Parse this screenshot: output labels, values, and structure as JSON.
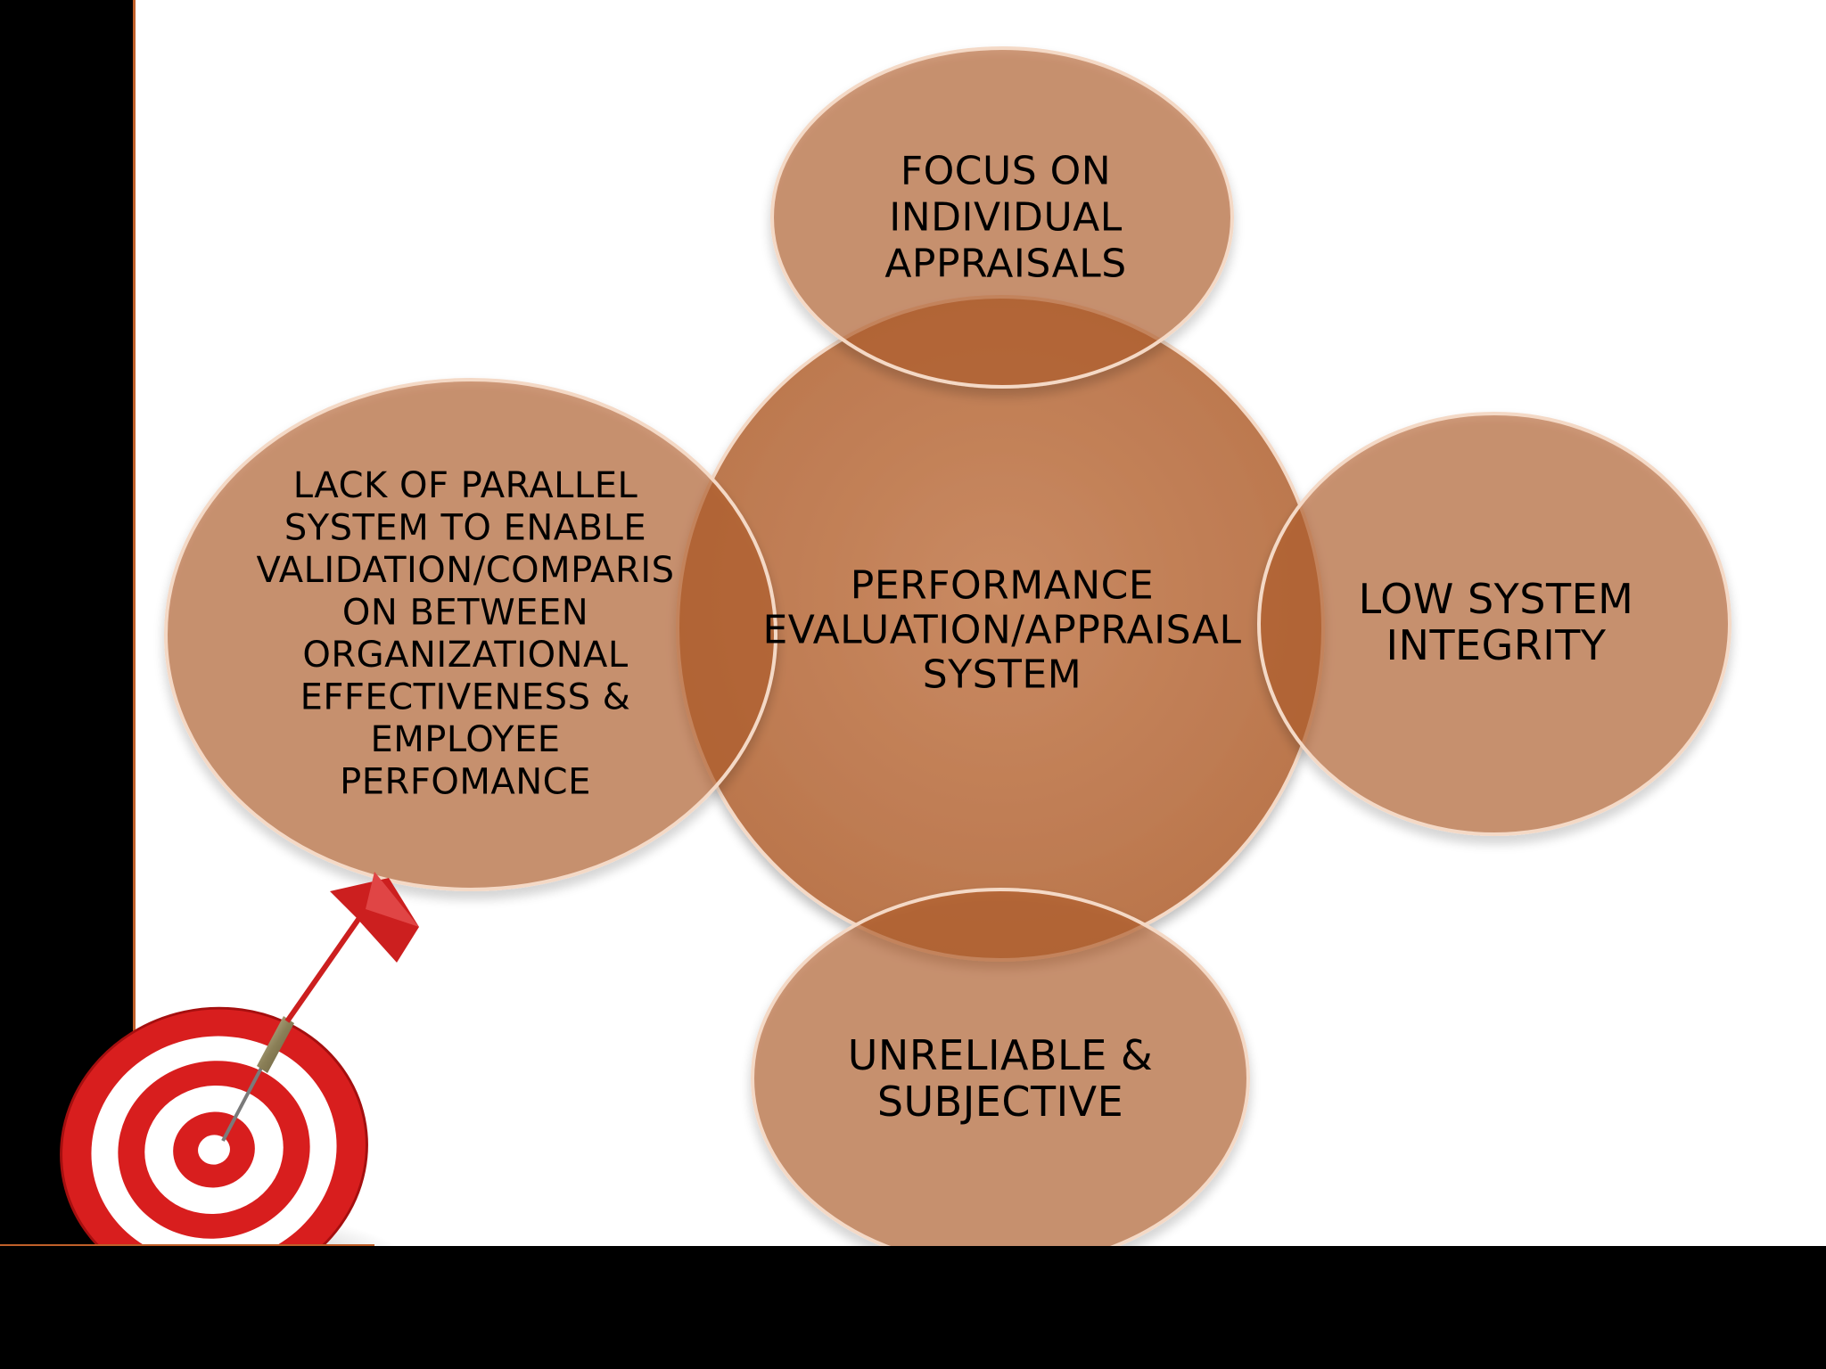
{
  "diagram": {
    "center": {
      "lines": [
        "PERFORMANCE",
        "EVALUATION/APPRAISAL",
        "SYSTEM"
      ]
    },
    "nodes": [
      {
        "id": "top",
        "lines": [
          "FOCUS ON",
          "INDIVIDUAL",
          "APPRAISALS"
        ]
      },
      {
        "id": "right",
        "lines": [
          "LOW SYSTEM",
          "INTEGRITY"
        ]
      },
      {
        "id": "bottom",
        "lines": [
          "UNRELIABLE &",
          "SUBJECTIVE"
        ]
      },
      {
        "id": "left",
        "lines": [
          "LACK OF PARALLEL",
          "SYSTEM TO ENABLE",
          "VALIDATION/COMPARIS",
          "ON BETWEEN",
          "ORGANIZATIONAL",
          "EFFECTIVENESS &",
          "EMPLOYEE",
          "PERFOMANCE"
        ]
      }
    ]
  },
  "colors": {
    "bubble_fill": "#c07a4e",
    "overlap_fill": "#a35222",
    "bar_color": "#000000",
    "accent_edge": "#c0602a",
    "target_red": "#d81e1e",
    "dart_red": "#cc1f1f"
  },
  "icons": {
    "target": "target-with-dart-icon"
  }
}
